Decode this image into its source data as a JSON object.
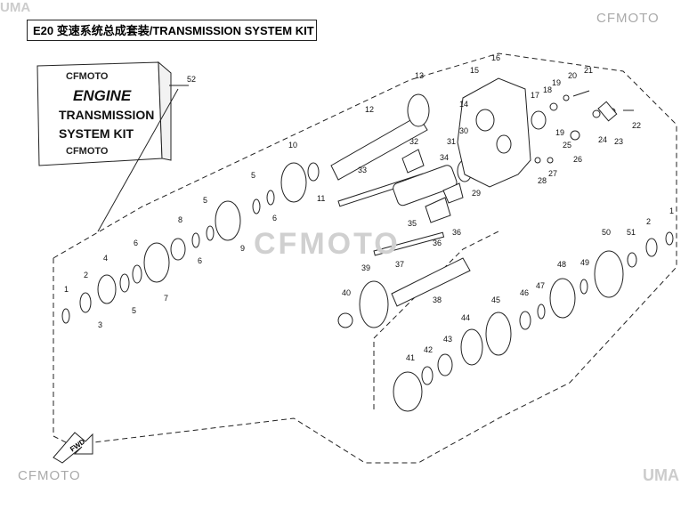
{
  "title": "E20 变速系统总成套装/TRANSMISSION SYSTEM KIT",
  "brand": "CFMOTO",
  "watermark_brand": "UMA",
  "kit_label": {
    "logo": "CFMOTO",
    "line1": "ENGINE",
    "line2": "TRANSMISSION",
    "line3": "SYSTEM KIT"
  },
  "fwd_label": "FWD",
  "callouts": [
    "1",
    "2",
    "3",
    "4",
    "5",
    "6",
    "7",
    "8",
    "6",
    "5",
    "9",
    "5",
    "6",
    "10",
    "11",
    "12",
    "13",
    "14",
    "15",
    "16",
    "17",
    "18",
    "19",
    "20",
    "21",
    "22",
    "23",
    "24",
    "25",
    "26",
    "19",
    "27",
    "28",
    "29",
    "30",
    "31",
    "32",
    "33",
    "34",
    "35",
    "36",
    "36",
    "37",
    "38",
    "39",
    "40",
    "41",
    "42",
    "43",
    "44",
    "45",
    "46",
    "47",
    "48",
    "49",
    "50",
    "51",
    "2",
    "1",
    "52"
  ]
}
